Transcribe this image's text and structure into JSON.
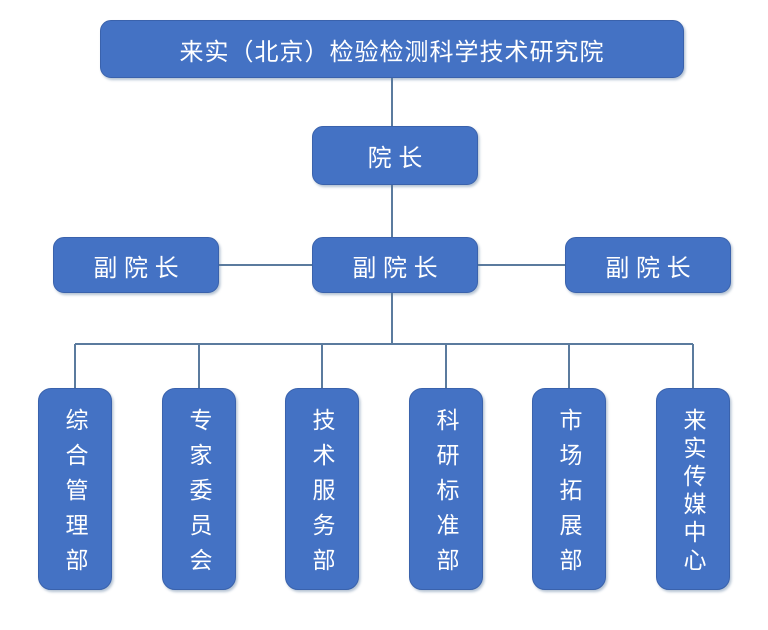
{
  "colors": {
    "node_fill": "#4472C4",
    "node_border": "#3A62AC",
    "connector": "#5B7B9E",
    "node_text": "#FFFFFF",
    "background": "#FFFFFF"
  },
  "org": {
    "root": {
      "label": "来实（北京）检验检测科学技术研究院"
    },
    "director": {
      "label": "院 长"
    },
    "deputies": [
      {
        "label": "副 院 长"
      },
      {
        "label": "副 院 长"
      },
      {
        "label": "副 院 长"
      }
    ],
    "departments": [
      {
        "label": "综合管理部"
      },
      {
        "label": "专家委员会"
      },
      {
        "label": "技术服务部"
      },
      {
        "label": "科研标准部"
      },
      {
        "label": "市场拓展部"
      },
      {
        "label": "来实传媒中心"
      }
    ]
  }
}
